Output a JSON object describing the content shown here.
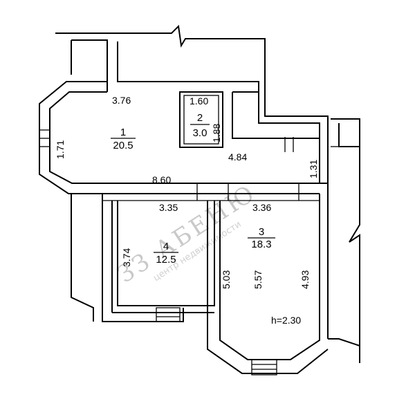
{
  "rooms": [
    {
      "id": "1",
      "area": "20.5"
    },
    {
      "id": "2",
      "area": "3.0"
    },
    {
      "id": "3",
      "area": "18.3"
    },
    {
      "id": "4",
      "area": "12.5"
    }
  ],
  "dimensions": {
    "d_3_76": "3.76",
    "d_1_60": "1.60",
    "d_1_88": "1.88",
    "d_1_71": "1.71",
    "d_4_84": "4.84",
    "d_1_31": "1.31",
    "d_8_60": "8.60",
    "d_3_35": "3.35",
    "d_3_36": "3.36",
    "d_3_74": "3.74",
    "d_5_03": "5.03",
    "d_5_57": "5.57",
    "d_4_93": "4.93"
  },
  "ceiling_height": "h=2.30",
  "watermark": {
    "main": "ЗЗ АБЕНЮ",
    "sub": "центр недвижимости"
  }
}
